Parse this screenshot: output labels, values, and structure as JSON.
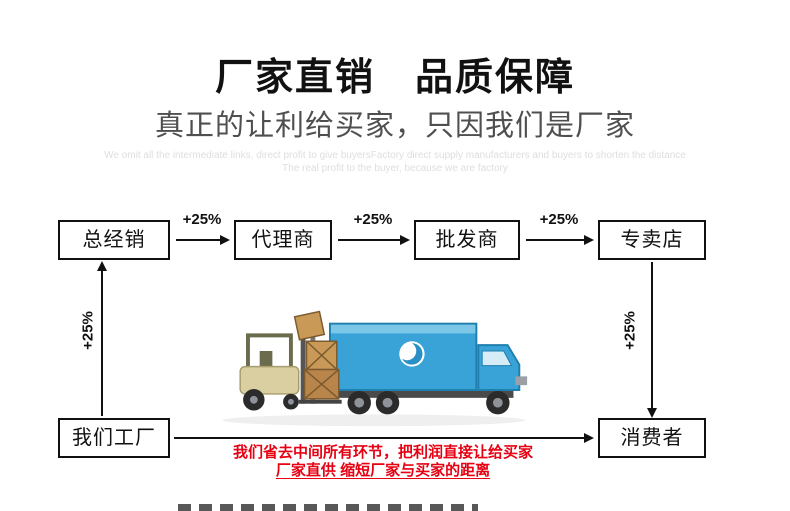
{
  "header": {
    "title": "厂家直销　品质保障",
    "subtitle": "真正的让利给买家，只因我们是厂家",
    "watermark_line1": "We omit all the intermediate links, direct profit to give buyersFactory direct supply manufacturers and buyers to shorten the distance",
    "watermark_line2": "The real profit to the buyer, because we are factory"
  },
  "flow": {
    "increment_label": "+25%",
    "nodes": {
      "distributor": "总经销",
      "agent": "代理商",
      "wholesaler": "批发商",
      "store": "专卖店",
      "factory": "我们工厂",
      "consumer": "消费者"
    }
  },
  "footer": {
    "benefit_line1": "我们省去中间所有环节，把利润直接让给买家",
    "benefit_line2": "厂家直供 缩短厂家与买家的距离"
  },
  "colors": {
    "accent_red": "#e60012",
    "truck_blue": "#39a3d8",
    "ink": "#111111"
  }
}
